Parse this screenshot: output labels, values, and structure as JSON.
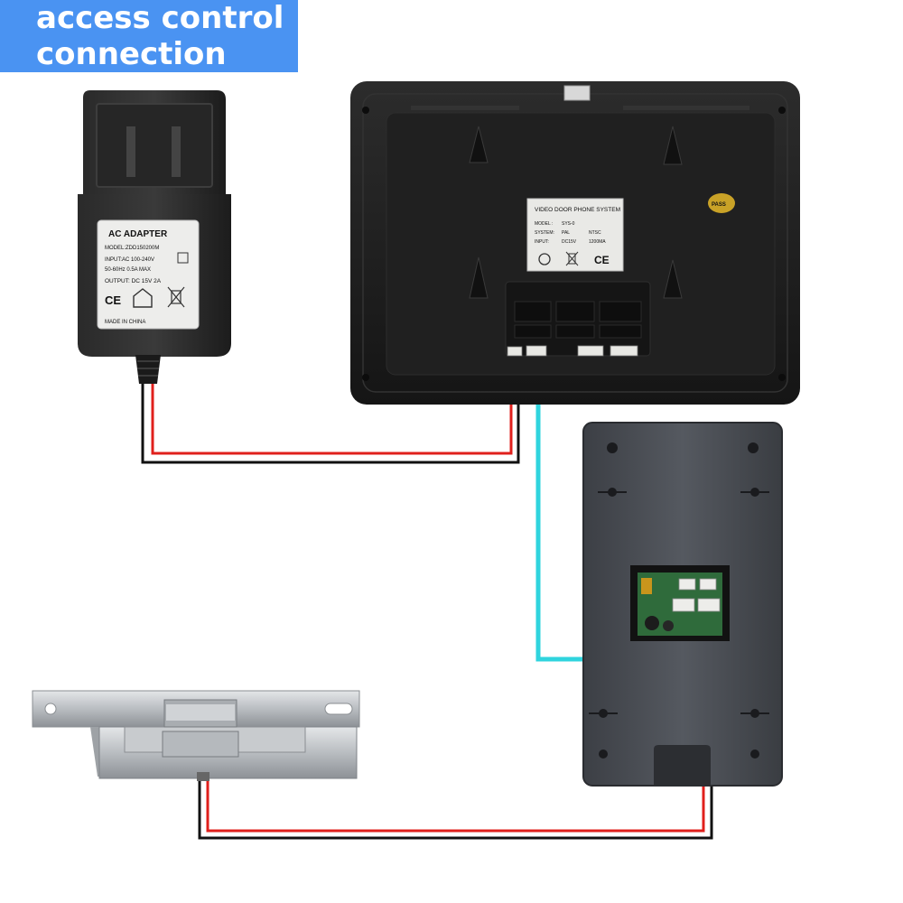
{
  "title": {
    "line1": "access control",
    "line2": "connection"
  },
  "adapter": {
    "heading": "AC ADAPTER",
    "model": "MODEL:ZDD150200M",
    "input": "INPUT:AC 100-240V",
    "frequency": "50-60Hz 0.5A MAX",
    "output": "OUTPUT: DC 15V 2A",
    "origin": "MADE IN CHINA",
    "ce_mark": "CE"
  },
  "monitor_label": {
    "heading": "VIDEO DOOR PHONE SYSTEM",
    "model_key": "MODEL :",
    "model_val": "SYS-0",
    "system_key": "SYSTEM:",
    "system_pal": "PAL",
    "system_ntsc": "NTSC",
    "input_key": "INPUT:",
    "input_val": "DC15V",
    "current_val": "1200MA",
    "ce_mark": "CE"
  },
  "monitor_sticker": "PASS",
  "colors": {
    "title_bg": "#4a93f2",
    "wire_red": "#e0201c",
    "wire_black": "#111111",
    "wire_cyan": "#2fd4de",
    "device_black": "#1b1b1b",
    "door_unit_gray": "#4a4d53"
  }
}
